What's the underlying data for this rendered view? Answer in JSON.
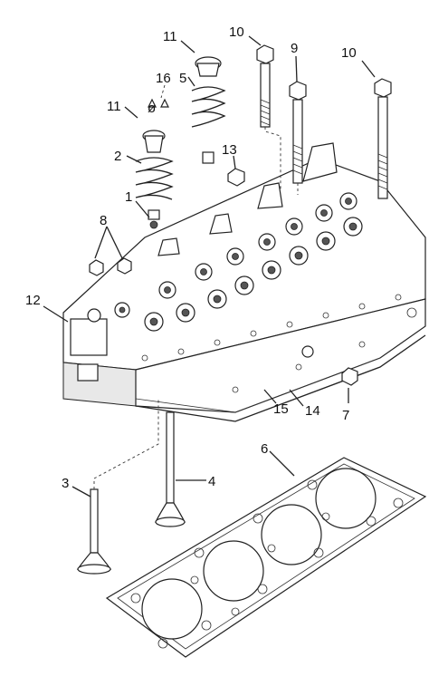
{
  "callouts": {
    "c1": "1",
    "c2": "2",
    "c3": "3",
    "c4": "4",
    "c5": "5",
    "c6": "6",
    "c7": "7",
    "c8": "8",
    "c9": "9",
    "c10a": "10",
    "c10b": "10",
    "c11a": "11",
    "c11b": "11",
    "c12": "12",
    "c13": "13",
    "c14": "14",
    "c15": "15",
    "c16": "16",
    "phi": "ø"
  }
}
